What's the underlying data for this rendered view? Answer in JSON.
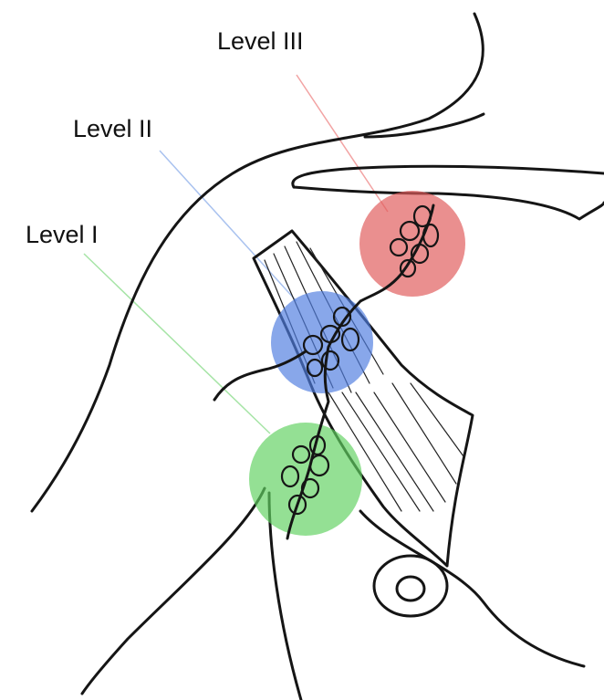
{
  "labels": {
    "level_3": "Level III",
    "level_2": "Level II",
    "level_1": "Level I"
  },
  "colors": {
    "level_3": "#e05a5a",
    "level_2": "#4f7de0",
    "level_1": "#62d262",
    "ink": "#151515"
  }
}
